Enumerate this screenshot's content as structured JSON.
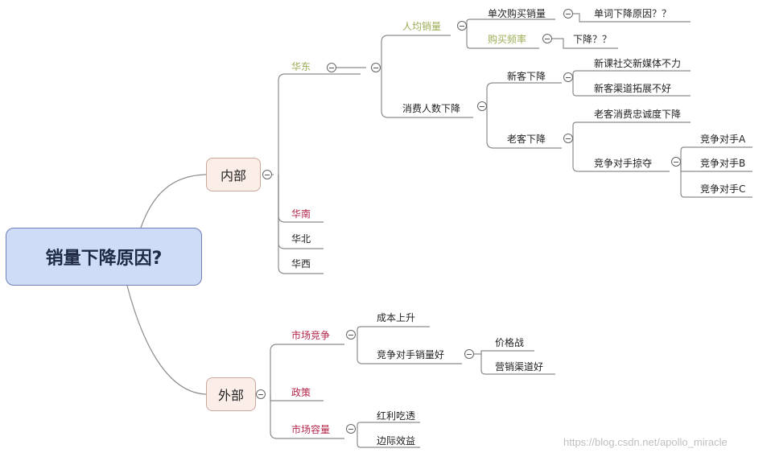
{
  "root": "销量下降原因?",
  "internal": {
    "label": "内部",
    "east": {
      "label": "华东",
      "per_capita": {
        "label": "人均销量",
        "single_purchase": "单次购买销量",
        "single_reason": "单词下降原因？？",
        "frequency": "购买频率",
        "frequency_reason": "下降？？"
      },
      "consumers": {
        "label": "消费人数下降",
        "new": {
          "label": "新客下降",
          "reasons": [
            "新课社交新媒体不力",
            "新客渠道拓展不好"
          ]
        },
        "old": {
          "label": "老客下降",
          "loyalty": "老客消费忠诚度下降",
          "competitor": {
            "label": "竞争对手掠夺",
            "items": [
              "竞争对手A",
              "竞争对手B",
              "竞争对手C"
            ]
          }
        }
      }
    },
    "south": "华南",
    "north": "华北",
    "west": "华西"
  },
  "external": {
    "label": "外部",
    "competition": {
      "label": "市场竞争",
      "cost": "成本上升",
      "competitor_sales": {
        "label": "竞争对手销量好",
        "items": [
          "价格战",
          "营销渠道好"
        ]
      }
    },
    "policy": "政策",
    "capacity": {
      "label": "市场容量",
      "items": [
        "红利吃透",
        "边际效益"
      ]
    }
  },
  "watermark": "https://blog.csdn.net/apollo_miracle"
}
